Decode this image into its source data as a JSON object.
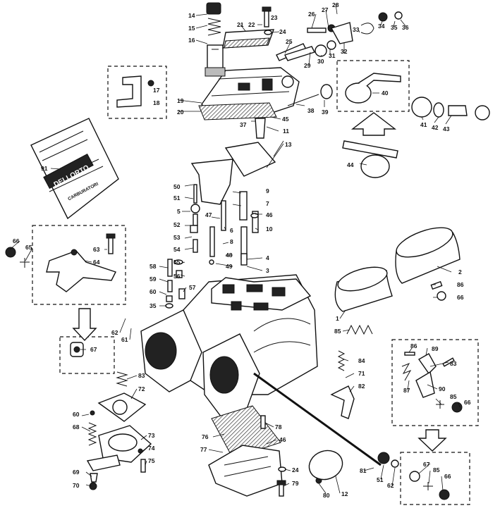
{
  "kit_card": {
    "brand": "DELLORTO",
    "subtitle": "CARBURATORI"
  },
  "callouts": [
    {
      "id": "c1",
      "label": "14"
    },
    {
      "id": "c2",
      "label": "15"
    },
    {
      "id": "c3",
      "label": "16"
    },
    {
      "id": "c4",
      "label": "21"
    },
    {
      "id": "c5",
      "label": "22"
    },
    {
      "id": "c6",
      "label": "23"
    },
    {
      "id": "c7",
      "label": "24"
    },
    {
      "id": "c8",
      "label": "25"
    },
    {
      "id": "c9",
      "label": "26"
    },
    {
      "id": "c10",
      "label": "27"
    },
    {
      "id": "c11",
      "label": "28"
    },
    {
      "id": "c12",
      "label": "33"
    },
    {
      "id": "c13",
      "label": "34"
    },
    {
      "id": "c14",
      "label": "35"
    },
    {
      "id": "c15",
      "label": "36"
    },
    {
      "id": "c16",
      "label": "17"
    },
    {
      "id": "c17",
      "label": "18"
    },
    {
      "id": "c18",
      "label": "19"
    },
    {
      "id": "c19",
      "label": "20"
    },
    {
      "id": "c20",
      "label": "29"
    },
    {
      "id": "c21",
      "label": "30"
    },
    {
      "id": "c22",
      "label": "31"
    },
    {
      "id": "c23",
      "label": "32"
    },
    {
      "id": "c24",
      "label": "40"
    },
    {
      "id": "c25",
      "label": "38"
    },
    {
      "id": "c26",
      "label": "39"
    },
    {
      "id": "c27",
      "label": "45"
    },
    {
      "id": "c28",
      "label": "37"
    },
    {
      "id": "c29",
      "label": "11"
    },
    {
      "id": "c30",
      "label": "41"
    },
    {
      "id": "c31",
      "label": "42"
    },
    {
      "id": "c32",
      "label": "43"
    },
    {
      "id": "c33",
      "label": "13"
    },
    {
      "id": "c34",
      "label": "91"
    },
    {
      "id": "c35",
      "label": "44"
    },
    {
      "id": "c36",
      "label": "50"
    },
    {
      "id": "c37",
      "label": "51"
    },
    {
      "id": "c38",
      "label": "5"
    },
    {
      "id": "c39",
      "label": "9"
    },
    {
      "id": "c40",
      "label": "7"
    },
    {
      "id": "c41",
      "label": "47"
    },
    {
      "id": "c42",
      "label": "46"
    },
    {
      "id": "c43",
      "label": "52"
    },
    {
      "id": "c44",
      "label": "6"
    },
    {
      "id": "c45",
      "label": "10"
    },
    {
      "id": "c46",
      "label": "53"
    },
    {
      "id": "c47",
      "label": "8"
    },
    {
      "id": "c48",
      "label": "66"
    },
    {
      "id": "c49",
      "label": "65"
    },
    {
      "id": "c50",
      "label": "63"
    },
    {
      "id": "c51",
      "label": "54"
    },
    {
      "id": "c52",
      "label": "48"
    },
    {
      "id": "c53",
      "label": "4"
    },
    {
      "id": "c54",
      "label": "64"
    },
    {
      "id": "c55",
      "label": "55"
    },
    {
      "id": "c56",
      "label": "49"
    },
    {
      "id": "c57",
      "label": "3"
    },
    {
      "id": "c58",
      "label": "58"
    },
    {
      "id": "c59",
      "label": "56"
    },
    {
      "id": "c60",
      "label": "2"
    },
    {
      "id": "c61",
      "label": "59"
    },
    {
      "id": "c62",
      "label": "57"
    },
    {
      "id": "c63",
      "label": "86"
    },
    {
      "id": "c64",
      "label": "60"
    },
    {
      "id": "c65",
      "label": "66"
    },
    {
      "id": "c66",
      "label": "35"
    },
    {
      "id": "c67",
      "label": "1"
    },
    {
      "id": "c68",
      "label": "62"
    },
    {
      "id": "c69",
      "label": "61"
    },
    {
      "id": "c70",
      "label": "85"
    },
    {
      "id": "c71",
      "label": "67"
    },
    {
      "id": "c72",
      "label": "86"
    },
    {
      "id": "c73",
      "label": "89"
    },
    {
      "id": "c74",
      "label": "84"
    },
    {
      "id": "c75",
      "label": "83"
    },
    {
      "id": "c76",
      "label": "71"
    },
    {
      "id": "c77",
      "label": "83"
    },
    {
      "id": "c78",
      "label": "72"
    },
    {
      "id": "c79",
      "label": "87"
    },
    {
      "id": "c80",
      "label": "90"
    },
    {
      "id": "c81",
      "label": "82"
    },
    {
      "id": "c82",
      "label": "85"
    },
    {
      "id": "c83",
      "label": "66"
    },
    {
      "id": "c84",
      "label": "60"
    },
    {
      "id": "c85",
      "label": "68"
    },
    {
      "id": "c86",
      "label": "78"
    },
    {
      "id": "c87",
      "label": "76"
    },
    {
      "id": "c88",
      "label": "73"
    },
    {
      "id": "c89",
      "label": "46"
    },
    {
      "id": "c90",
      "label": "77"
    },
    {
      "id": "c91",
      "label": "74"
    },
    {
      "id": "c92",
      "label": "75"
    },
    {
      "id": "c93",
      "label": "67"
    },
    {
      "id": "c94",
      "label": "85"
    },
    {
      "id": "c95",
      "label": "81"
    },
    {
      "id": "c96",
      "label": "66"
    },
    {
      "id": "c97",
      "label": "24"
    },
    {
      "id": "c98",
      "label": "69"
    },
    {
      "id": "c99",
      "label": "79"
    },
    {
      "id": "c100",
      "label": "80"
    },
    {
      "id": "c101",
      "label": "12"
    },
    {
      "id": "c102",
      "label": "51"
    },
    {
      "id": "c103",
      "label": "62"
    },
    {
      "id": "c104",
      "label": "70"
    }
  ]
}
